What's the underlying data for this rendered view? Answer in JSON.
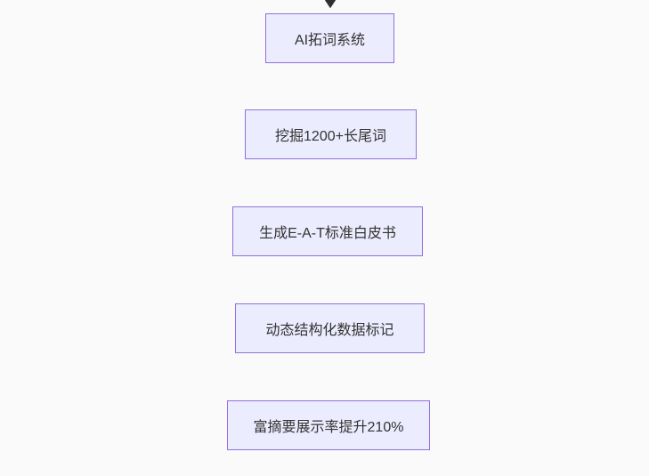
{
  "diagram": {
    "type": "flowchart",
    "direction": "top-down",
    "background_color": "#fafafa",
    "node_fill_color": "#ececff",
    "node_border_color": "#9370db",
    "node_text_color": "#333333",
    "arrow_color": "#333333",
    "nodes": [
      {
        "id": "n1",
        "label": "AI拓词系统"
      },
      {
        "id": "n2",
        "label": "挖掘1200+长尾词"
      },
      {
        "id": "n3",
        "label": "生成E-A-T标准白皮书"
      },
      {
        "id": "n4",
        "label": "动态结构化数据标记"
      },
      {
        "id": "n5",
        "label": "富摘要展示率提升210%"
      }
    ],
    "edges": [
      {
        "from": "n1",
        "to": "n2"
      },
      {
        "from": "n2",
        "to": "n3"
      },
      {
        "from": "n3",
        "to": "n4"
      },
      {
        "from": "n4",
        "to": "n5"
      }
    ]
  }
}
